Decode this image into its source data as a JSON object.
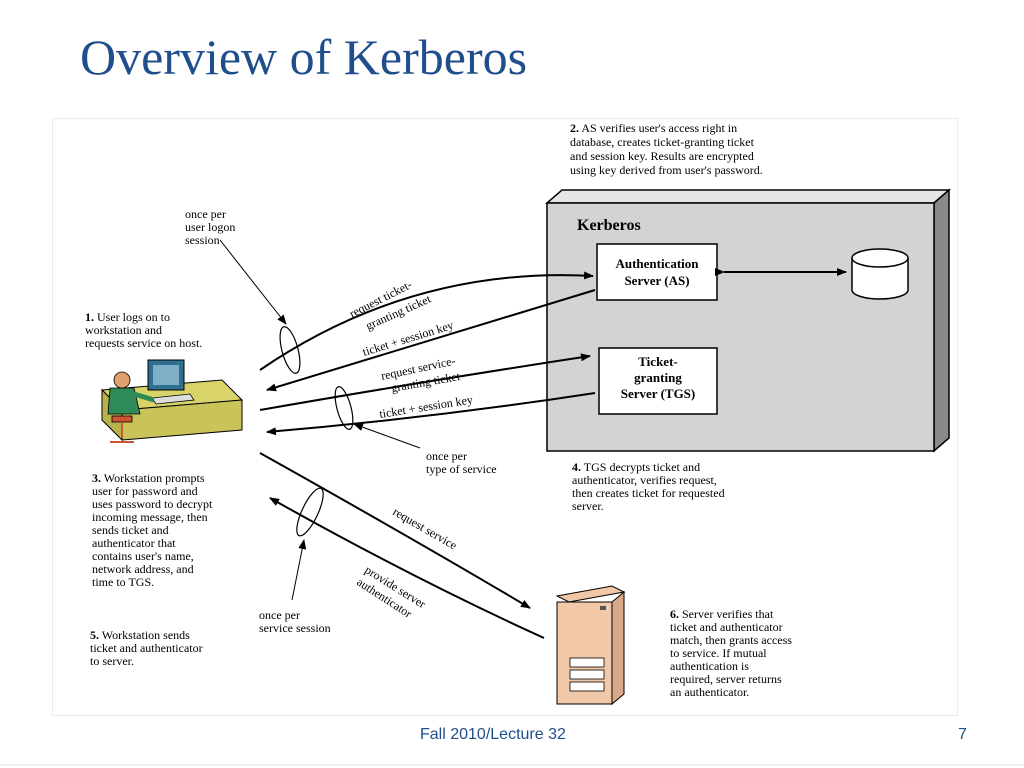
{
  "title": "Overview of Kerberos",
  "footer": {
    "left": "Fall 2010/Lecture 32",
    "right": "7"
  },
  "diagram": {
    "kerberos_label": "Kerberos",
    "as_box": [
      "Authentication",
      "Server (AS)"
    ],
    "tgs_box": [
      "Ticket-",
      "granting",
      "Server (TGS)"
    ],
    "arrow_labels": {
      "request_tgt": [
        "request ticket-",
        "granting ticket"
      ],
      "tgt_session_key": "ticket + session key",
      "request_service_ticket": [
        "request service-",
        "granting ticket"
      ],
      "service_ticket_session_key": "ticket + session key",
      "request_service": "request service",
      "provide_authenticator": [
        "provide server",
        "authenticator"
      ]
    },
    "annotations": {
      "once_per_logon": [
        "once per",
        "user logon",
        "session"
      ],
      "once_per_service_type": [
        "once per",
        "type of service"
      ],
      "once_per_service_session": [
        "once per",
        "service session"
      ]
    },
    "steps": [
      {
        "num": "1.",
        "lines": [
          "User logs on to",
          "workstation and",
          "requests service on host."
        ]
      },
      {
        "num": "2.",
        "lines": [
          "AS verifies user's access right in",
          "database, creates ticket-granting ticket",
          "and session key. Results are encrypted",
          "using key derived from user's password."
        ]
      },
      {
        "num": "3.",
        "lines": [
          "Workstation prompts",
          "user for password and",
          "uses password to decrypt",
          "incoming message, then",
          "sends ticket and",
          "authenticator that",
          "contains user's name,",
          "network address, and",
          "time to TGS."
        ]
      },
      {
        "num": "4.",
        "lines": [
          "TGS decrypts ticket and",
          "authenticator, verifies request,",
          "then creates ticket for requested",
          "server."
        ]
      },
      {
        "num": "5.",
        "lines": [
          "Workstation sends",
          "ticket and authenticator",
          "to server."
        ]
      },
      {
        "num": "6.",
        "lines": [
          "Server verifies that",
          "ticket and authenticator",
          "match, then grants access",
          "to service. If mutual",
          "authentication is",
          "required, server returns",
          "an authenticator."
        ]
      }
    ]
  }
}
